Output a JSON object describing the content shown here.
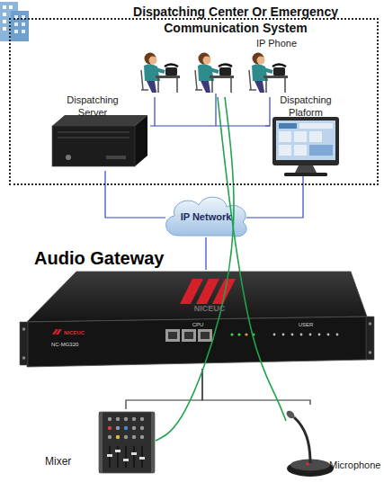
{
  "diagram": {
    "nodes": [
      {
        "text": [
          "Dispatching Center Or Emergency Communication System"
        ]
      },
      {
        "text": [
          "IP Phone"
        ],
        "in": 0
      },
      {
        "text": [
          "Dispatching Server"
        ],
        "in": 0
      },
      {
        "text": [
          "Dispatching Plaform"
        ],
        "in": 0
      },
      {
        "text": [
          "IP Network"
        ]
      },
      {
        "text": [
          "Audio Gateway"
        ]
      },
      {
        "text": [
          "Mixer"
        ]
      },
      {
        "text": [
          "Microphone"
        ]
      }
    ],
    "edges": [
      {
        "from": 1,
        "to": 2,
        "arrow": "none"
      },
      {
        "from": 1,
        "to": 3,
        "arrow": "none"
      },
      {
        "from": 2,
        "to": 4,
        "arrow": "none"
      },
      {
        "from": 3,
        "to": 4,
        "arrow": "none"
      },
      {
        "from": 4,
        "to": 5,
        "arrow": "none"
      },
      {
        "from": 5,
        "to": 6,
        "arrow": "none"
      },
      {
        "from": 5,
        "to": 7,
        "arrow": "none"
      },
      {
        "from": 1,
        "to": 7,
        "arrow": "none"
      },
      {
        "from": 1,
        "to": 6,
        "arrow": "none"
      }
    ],
    "labels": [
      "NICEUC",
      "NC-MG320",
      "CPU",
      "USER",
      "NICEUC"
    ]
  }
}
